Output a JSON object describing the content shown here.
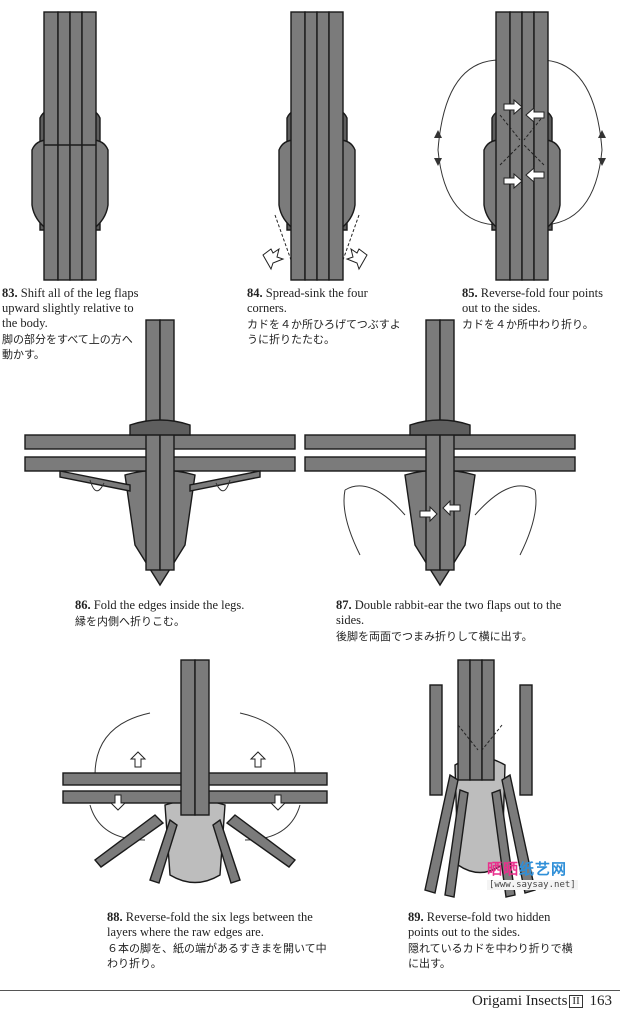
{
  "steps": [
    {
      "number": "83.",
      "text": "Shift all of the leg flaps upward slightly relative to the body.",
      "jp": "脚の部分をすべて上の方へ動かす。"
    },
    {
      "number": "84.",
      "text": "Spread-sink the four corners.",
      "jp": "カドを４か所ひろげてつぶすように折りたたむ。"
    },
    {
      "number": "85.",
      "text": "Reverse-fold four points out to the sides.",
      "jp": "カドを４か所中わり折り。"
    },
    {
      "number": "86.",
      "text": "Fold the edges inside the legs.",
      "jp": "縁を内側へ折りこむ。"
    },
    {
      "number": "87.",
      "text": "Double rabbit-ear the two flaps out to the sides.",
      "jp": "後脚を両面でつまみ折りして横に出す。"
    },
    {
      "number": "88.",
      "text": "Reverse-fold the six legs between the layers where the raw edges are.",
      "jp": "６本の脚を、紙の端があるすきまを開いて中わり折り。"
    },
    {
      "number": "89.",
      "text": "Reverse-fold two hidden points out to the sides.",
      "jp": "隠れているカドを中わり折りで横に出す。"
    }
  ],
  "footer": {
    "title": "Origami Insects",
    "volume": "II",
    "page": "163"
  },
  "watermark": {
    "text_pink": "晒晒",
    "text_blue": "纸艺网",
    "url": "[www.saysay.net]"
  },
  "colors": {
    "paper_fill": "#7b7b7b",
    "paper_edge": "#1a1a1a",
    "inner_light": "#bdbdbd"
  }
}
